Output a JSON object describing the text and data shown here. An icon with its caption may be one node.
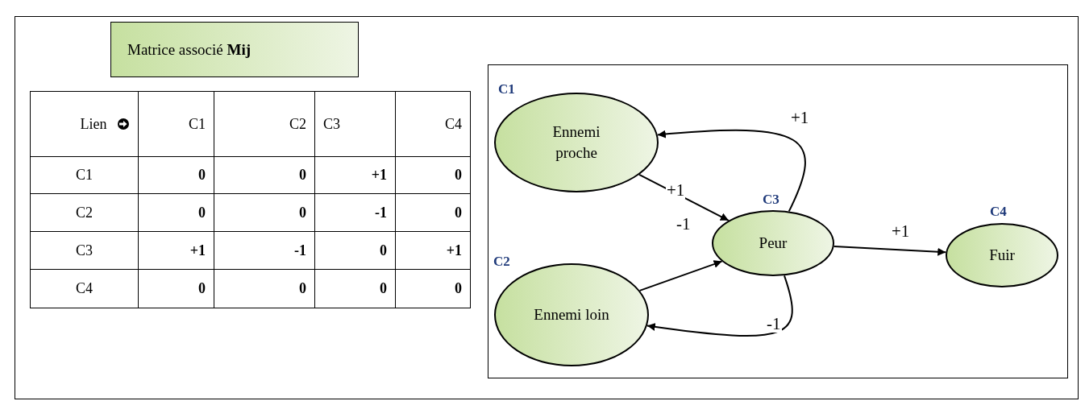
{
  "diagram": {
    "nodes": [
      {
        "text": [
          "Matrice associé **Mij**"
        ]
      },
      {
        "text": [
          "Ennemi proche"
        ],
        "beside": [
          "C1"
        ]
      },
      {
        "text": [
          "Ennemi loin"
        ],
        "beside": [
          "C2"
        ]
      },
      {
        "text": [
          "Peur"
        ],
        "beside": [
          "C3"
        ]
      },
      {
        "text": [
          "Fuir"
        ],
        "beside": [
          "C4"
        ]
      }
    ],
    "edges": [
      {
        "from": 1,
        "to": 3,
        "arrow": "to",
        "label": "+1"
      },
      {
        "from": 2,
        "to": 3,
        "arrow": "to",
        "label": "-1"
      },
      {
        "from": 3,
        "to": 1,
        "arrow": "to",
        "label": "+1"
      },
      {
        "from": 3,
        "to": 2,
        "arrow": "to",
        "label": "-1"
      },
      {
        "from": 3,
        "to": 4,
        "arrow": "to",
        "label": "+1"
      }
    ],
    "labels": [
      "Lien",
      "C1",
      "C2",
      "C3",
      "C4",
      "C1",
      "0",
      "0",
      "+1",
      "0",
      "C2",
      "0",
      "0",
      "-1",
      "0",
      "C3",
      "+1",
      "-1",
      "0",
      "+1",
      "C4",
      "0",
      "0",
      "0",
      "0"
    ]
  }
}
